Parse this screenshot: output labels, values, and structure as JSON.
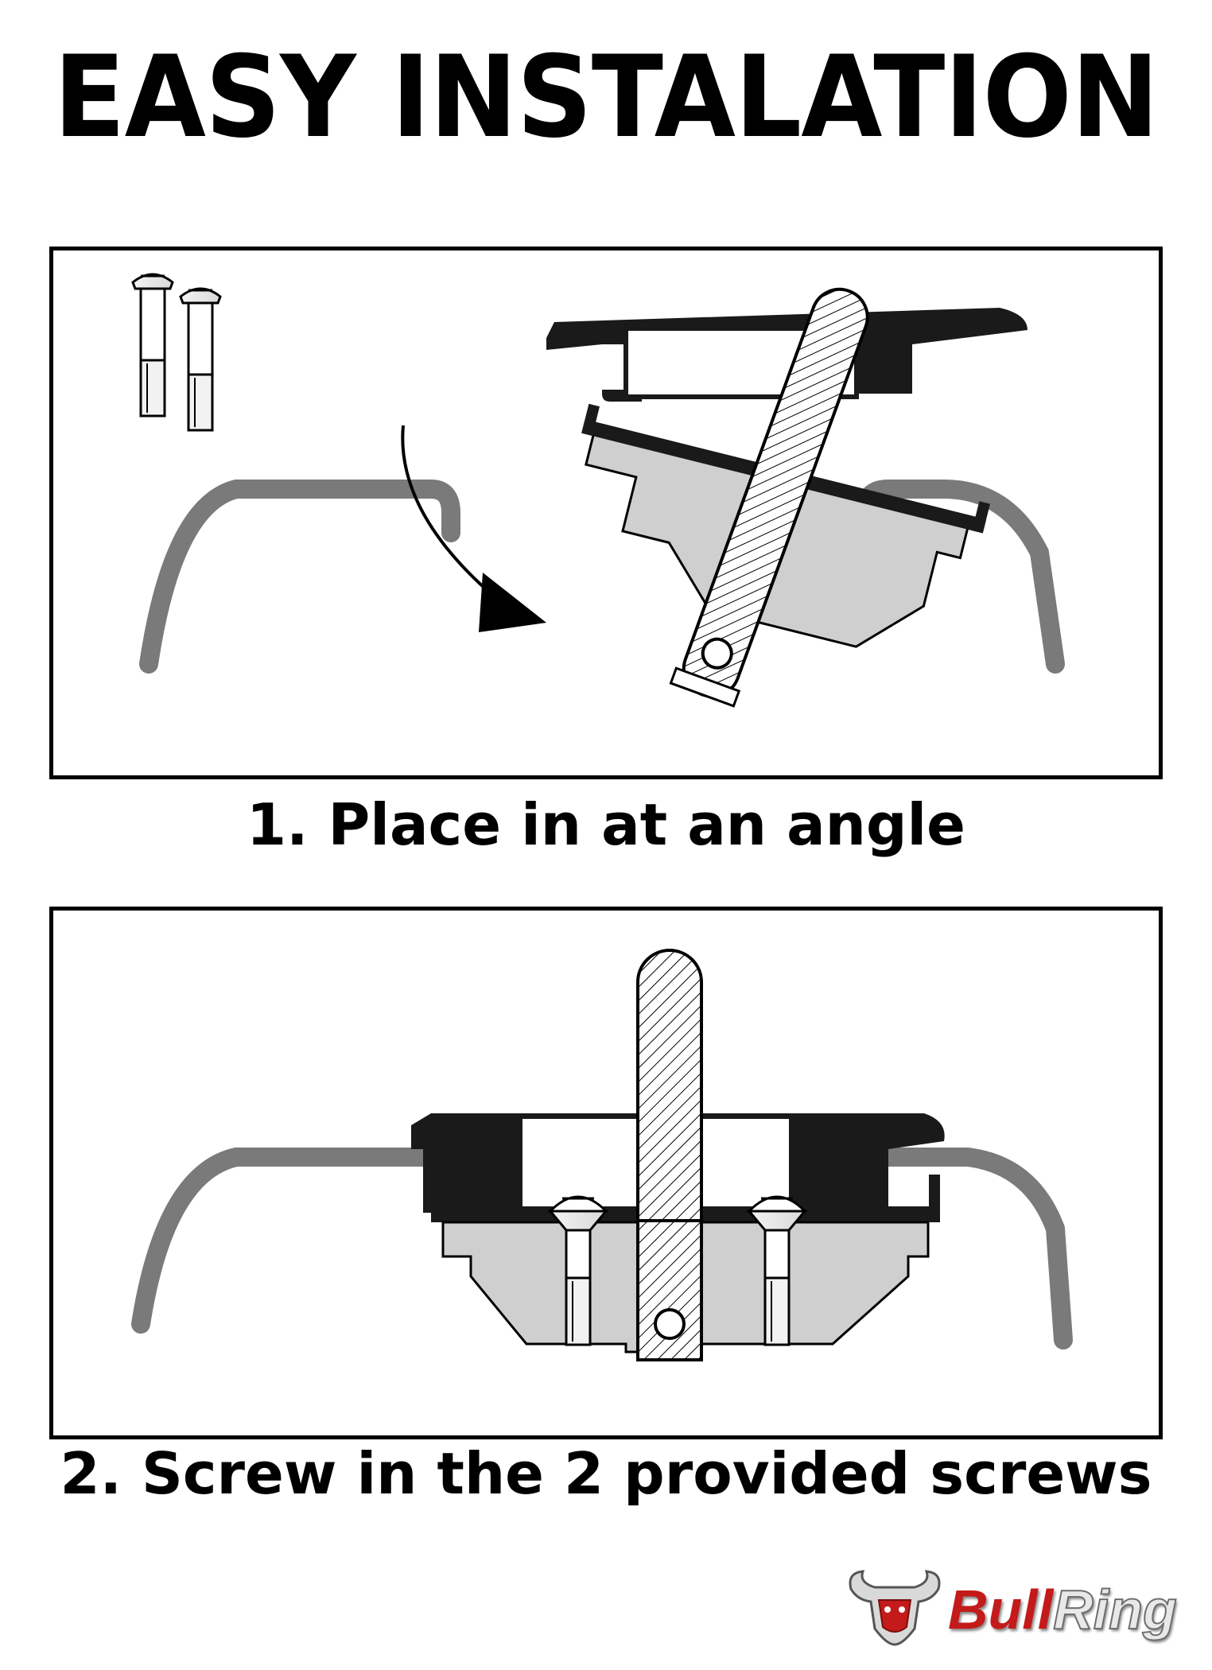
{
  "title": "EASY INSTALATION",
  "steps": [
    {
      "caption": "1. Place in at an angle"
    },
    {
      "caption": "2. Screw in the 2 provided screws"
    }
  ],
  "logo": {
    "word1": "Bull",
    "word2": "Ring"
  },
  "colors": {
    "text": "#000000",
    "body_gray": "#cfcfcf",
    "frame_gray": "#7a7a7a",
    "brand_red": "#c41a1a"
  }
}
